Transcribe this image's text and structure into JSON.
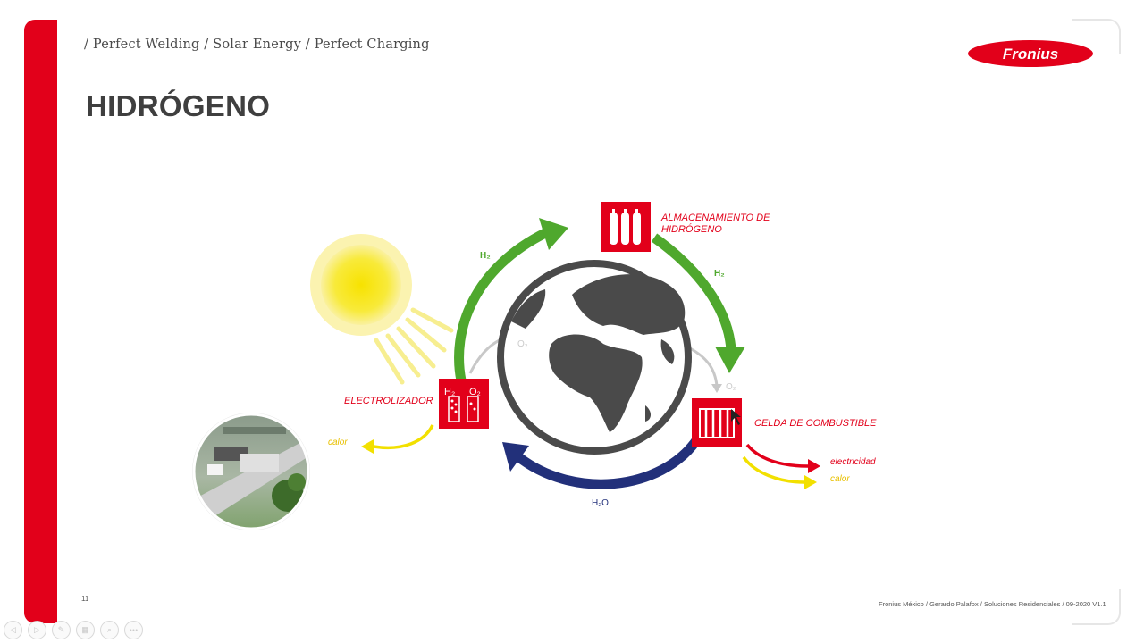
{
  "header": {
    "tagline": "/ Perfect Welding / Solar Energy / Perfect Charging",
    "logo_text": "Fronius"
  },
  "slide": {
    "title": "HIDRÓGENO",
    "page_number": "11",
    "footer": "Fronius México / Gerardo Palafox / Soluciones Residenciales / 09-2020 V1.1"
  },
  "diagram": {
    "labels": {
      "storage": "ALMACENAMIENTO DE HIDRÓGENO",
      "storage_line1": "ALMACENAMIENTO DE",
      "storage_line2": "HIDRÓGENO",
      "electrolyzer": "ELECTROLIZADOR",
      "fuel_cell": "CELDA DE COMBUSTIBLE",
      "heat_left": "calor",
      "electricity": "electricidad",
      "heat_right": "calor",
      "h2_left": "H₂",
      "h2_right": "H₂",
      "o2_left": "O₂",
      "o2_right": "O₂",
      "water": "H₂O",
      "elec_h2": "H₂",
      "elec_o2": "O₂"
    },
    "colors": {
      "brand_red": "#e2001a",
      "green_arrow": "#4fa82d",
      "blue_arrow": "#22307a",
      "earth": "#4a4a4a",
      "sun": "#f7e200",
      "heat_yellow": "#f2e000",
      "o2_gray": "#bdbdbd"
    }
  },
  "toolbar": {
    "buttons": [
      "prev-icon",
      "play-icon",
      "pen-icon",
      "slides-icon",
      "zoom-icon",
      "more-icon"
    ]
  }
}
